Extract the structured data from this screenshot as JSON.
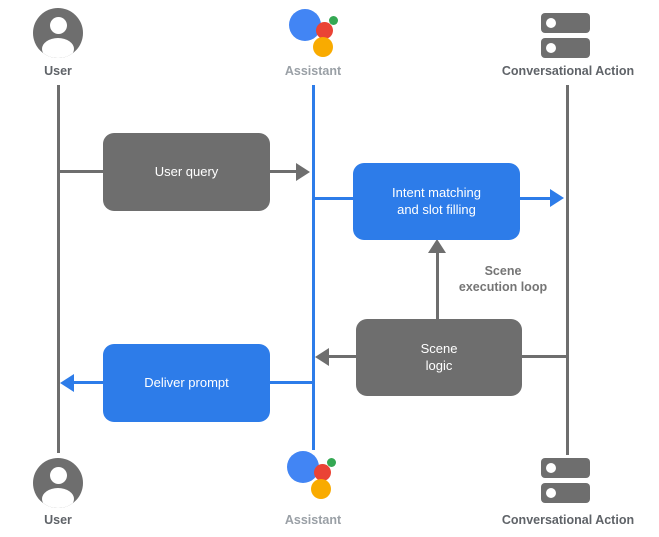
{
  "colors": {
    "gray": "#6e6e6e",
    "blue": "#2d7ce9",
    "label_dark": "#5f6368",
    "label_light": "#9aa0a6",
    "annotation_gray": "#757575",
    "assistant_blue": "#4285f4",
    "assistant_red": "#ea4335",
    "assistant_green": "#34a853",
    "assistant_yellow": "#f9ab00",
    "white": "#ffffff"
  },
  "actors": {
    "top": {
      "user": "User",
      "assistant": "Assistant",
      "conversational_action": "Conversational Action"
    },
    "bottom": {
      "user": "User",
      "assistant": "Assistant",
      "conversational_action": "Conversational Action"
    }
  },
  "boxes": {
    "user_query": "User query",
    "intent_matching": "Intent matching\nand slot filling",
    "scene_logic": "Scene\nlogic",
    "deliver_prompt": "Deliver prompt"
  },
  "annotations": {
    "scene_execution_loop": "Scene\nexecution loop"
  },
  "connections": [
    {
      "from": "user",
      "to": "assistant",
      "via_box": "user_query",
      "color": "gray",
      "direction": "right"
    },
    {
      "from": "assistant",
      "to": "conversational_action",
      "via_box": "intent_matching",
      "color": "blue",
      "direction": "right"
    },
    {
      "from": "scene_logic",
      "to": "intent_matching",
      "annotation": "scene_execution_loop",
      "color": "gray",
      "direction": "up"
    },
    {
      "from": "conversational_action",
      "to": "assistant",
      "via_box": "scene_logic",
      "color": "gray",
      "direction": "left"
    },
    {
      "from": "assistant",
      "to": "user",
      "via_box": "deliver_prompt",
      "color": "blue",
      "direction": "left"
    }
  ]
}
